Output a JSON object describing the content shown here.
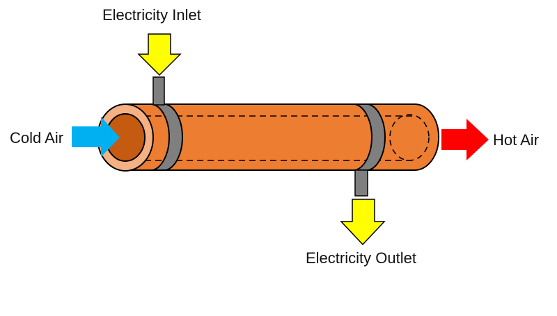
{
  "labels": {
    "electricity_inlet": "Electricity Inlet",
    "electricity_outlet": "Electricity Outlet",
    "cold_air": "Cold Air",
    "hot_air": "Hot Air"
  },
  "colors": {
    "tube_body": "#ED7D31",
    "tube_end_outer": "#F4B183",
    "tube_end_inner": "#C55A11",
    "band": "#7F7F7F",
    "electric_arrow": "#FFFF00",
    "cold_air_arrow": "#00B0F0",
    "hot_air_arrow": "#FF0000",
    "outline": "#000000"
  },
  "icons": {
    "electricity_inlet_arrow": "down-arrow-icon",
    "electricity_outlet_arrow": "down-arrow-icon",
    "cold_air_arrow": "right-arrow-icon",
    "hot_air_arrow": "right-arrow-icon"
  }
}
